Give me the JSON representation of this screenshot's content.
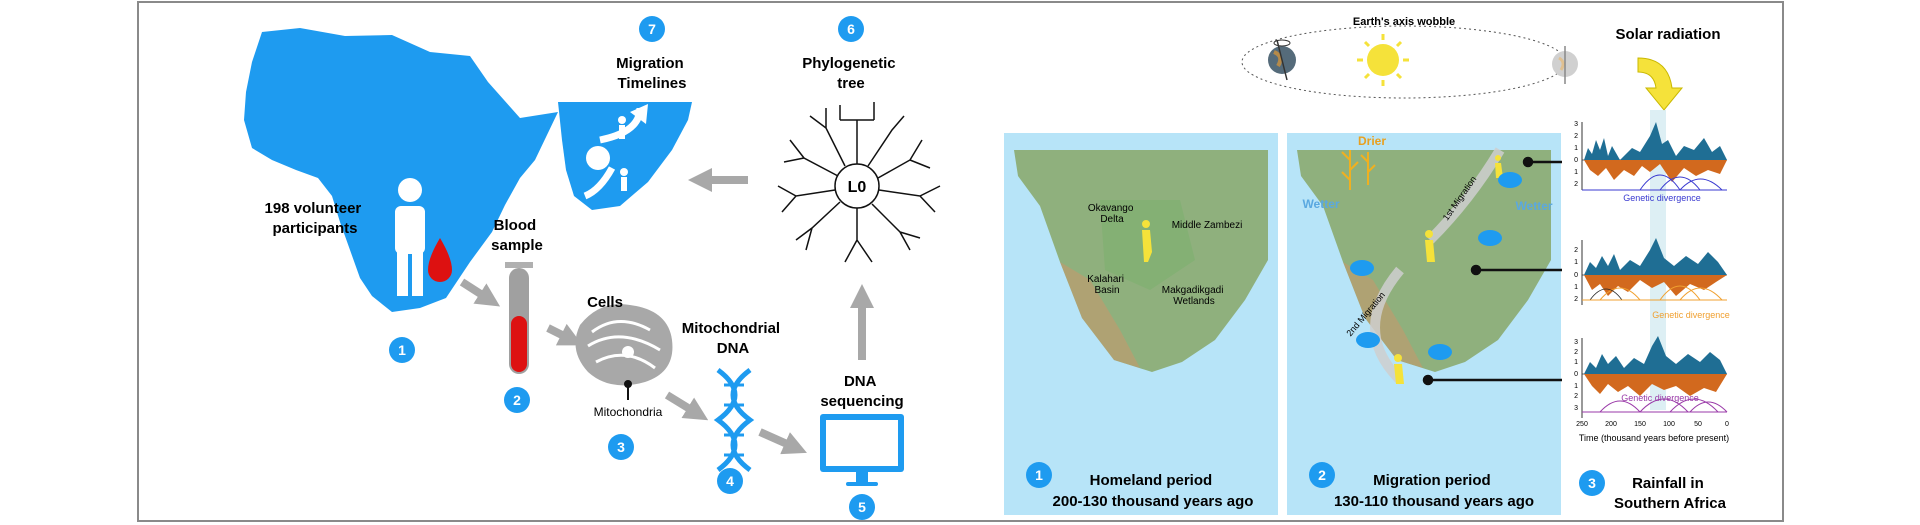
{
  "workflow": {
    "participants_label": [
      "198 volunteer",
      "participants"
    ],
    "blood_label": [
      "Blood",
      "sample"
    ],
    "cells_label": "Cells",
    "mitochondria_label": "Mitochondria",
    "mtdna_label": [
      "Mitochondrial",
      "DNA"
    ],
    "sequencing_label": [
      "DNA",
      "sequencing"
    ],
    "tree_label": [
      "Phylogenetic",
      "tree"
    ],
    "tree_root": "L0",
    "timelines_label": [
      "Migration",
      "Timelines"
    ],
    "steps": [
      "1",
      "2",
      "3",
      "4",
      "5",
      "6",
      "7"
    ]
  },
  "orbit": {
    "title": "Earth's axis wobble",
    "solar_label": "Solar radiation"
  },
  "map1": {
    "places": {
      "okavango": [
        "Okavango",
        "Delta"
      ],
      "zambezi": "Middle Zambezi",
      "kalahari": [
        "Kalahari",
        "Basin"
      ],
      "makgadikgadi": [
        "Makgadikgadi",
        "Wetlands"
      ]
    },
    "number": "1",
    "caption": [
      "Homeland period",
      "200-130 thousand years ago"
    ]
  },
  "map2": {
    "drier": "Drier",
    "wetter_left": "Wetter",
    "wetter_right": "Wetter",
    "migration1": "1st Migration",
    "migration2": "2nd Migration",
    "number": "2",
    "caption": [
      "Migration  period",
      "130-110 thousand years ago"
    ]
  },
  "rainfall": {
    "divergence_labels": [
      "Genetic divergence",
      "Genetic divergence",
      "Genetic divergence"
    ],
    "divergence_colors": [
      "#3a3ad0",
      "#f0a030",
      "#9a3aa8"
    ],
    "ticks_top": [
      "3",
      "2",
      "1",
      "0",
      "1",
      "2"
    ],
    "ticks_mid": [
      "2",
      "1",
      "0",
      "1",
      "2"
    ],
    "ticks_bot": [
      "3",
      "2",
      "1",
      "0",
      "1",
      "2",
      "3"
    ],
    "x_ticks": [
      "250",
      "200",
      "150",
      "100",
      "50",
      "0"
    ],
    "x_label": "Time (thousand years before present)",
    "number": "3",
    "caption": [
      "Rainfall in",
      "Southern Africa"
    ]
  },
  "colors": {
    "accent_blue": "#1e9bf0",
    "map_bg": "#b7e4f8",
    "arrow_gray": "#a8a8a8",
    "blood_red": "#dd1111",
    "yellow": "#f5e23a"
  }
}
